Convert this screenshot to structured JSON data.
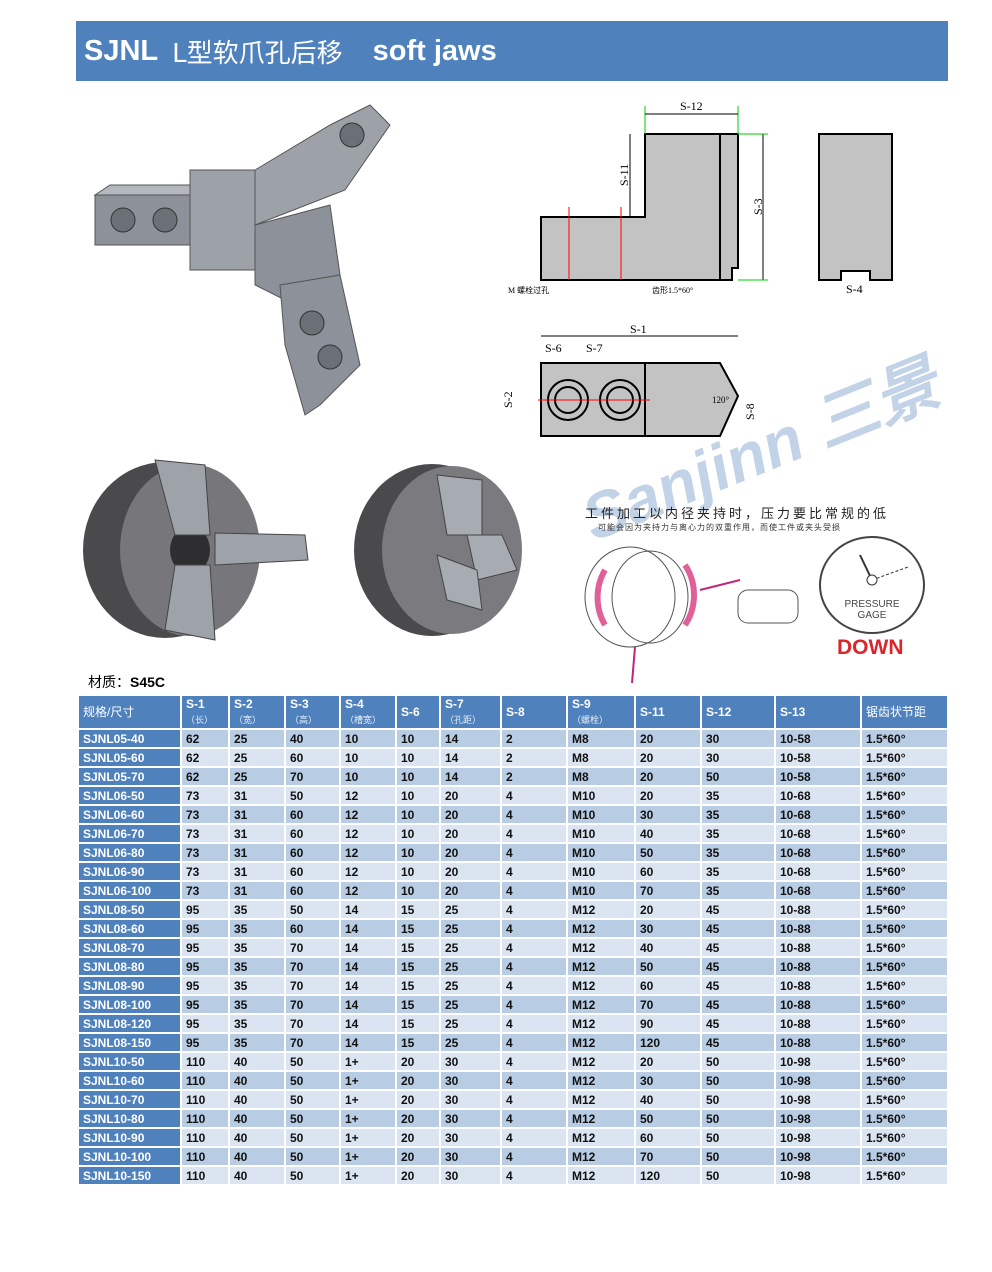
{
  "banner": {
    "code": "SJNL",
    "cn_title": "L型软爪孔后移",
    "en_title": "soft jaws"
  },
  "drawing": {
    "labels": {
      "s12": "S-12",
      "s11": "S-11",
      "s3": "S-3",
      "s4": "S-4",
      "s1": "S-1",
      "s6": "S-6",
      "s7": "S-7",
      "s2": "S-2",
      "s8": "S-8",
      "angle": "120°",
      "bolt_hole": "M 螺栓过孔",
      "tooth": "齿形1.5*60°"
    }
  },
  "notice": {
    "line1": "工件加工以内径夹持时，压力要比常规的低",
    "line2": "可能会因为夹持力与离心力的双重作用，而使工件或夹头受损",
    "gauge_label1": "PRESSURE",
    "gauge_label2": "GAGE",
    "down": "DOWN",
    "watermark": "Sanjinn 三景"
  },
  "material": {
    "label": "材质：",
    "value": "S45C"
  },
  "table": {
    "headers": [
      {
        "main": "规格/尺寸",
        "sub": ""
      },
      {
        "main": "S-1",
        "sub": "（长）"
      },
      {
        "main": "S-2",
        "sub": "（宽）"
      },
      {
        "main": "S-3",
        "sub": "（高）"
      },
      {
        "main": "S-4",
        "sub": "（槽宽）"
      },
      {
        "main": "S-6",
        "sub": ""
      },
      {
        "main": "S-7",
        "sub": "（孔距）"
      },
      {
        "main": "S-8",
        "sub": ""
      },
      {
        "main": "S-9",
        "sub": "（螺栓）"
      },
      {
        "main": "S-11",
        "sub": ""
      },
      {
        "main": "S-12",
        "sub": ""
      },
      {
        "main": "S-13",
        "sub": ""
      },
      {
        "main": "锯齿状节距",
        "sub": ""
      }
    ],
    "rows": [
      [
        "SJNL05-40",
        "62",
        "25",
        "40",
        "10",
        "10",
        "14",
        "2",
        "M8",
        "20",
        "30",
        "10-58",
        "1.5*60°"
      ],
      [
        "SJNL05-60",
        "62",
        "25",
        "60",
        "10",
        "10",
        "14",
        "2",
        "M8",
        "20",
        "30",
        "10-58",
        "1.5*60°"
      ],
      [
        "SJNL05-70",
        "62",
        "25",
        "70",
        "10",
        "10",
        "14",
        "2",
        "M8",
        "20",
        "50",
        "10-58",
        "1.5*60°"
      ],
      [
        "SJNL06-50",
        "73",
        "31",
        "50",
        "12",
        "10",
        "20",
        "4",
        "M10",
        "20",
        "35",
        "10-68",
        "1.5*60°"
      ],
      [
        "SJNL06-60",
        "73",
        "31",
        "60",
        "12",
        "10",
        "20",
        "4",
        "M10",
        "30",
        "35",
        "10-68",
        "1.5*60°"
      ],
      [
        "SJNL06-70",
        "73",
        "31",
        "60",
        "12",
        "10",
        "20",
        "4",
        "M10",
        "40",
        "35",
        "10-68",
        "1.5*60°"
      ],
      [
        "SJNL06-80",
        "73",
        "31",
        "60",
        "12",
        "10",
        "20",
        "4",
        "M10",
        "50",
        "35",
        "10-68",
        "1.5*60°"
      ],
      [
        "SJNL06-90",
        "73",
        "31",
        "60",
        "12",
        "10",
        "20",
        "4",
        "M10",
        "60",
        "35",
        "10-68",
        "1.5*60°"
      ],
      [
        "SJNL06-100",
        "73",
        "31",
        "60",
        "12",
        "10",
        "20",
        "4",
        "M10",
        "70",
        "35",
        "10-68",
        "1.5*60°"
      ],
      [
        "SJNL08-50",
        "95",
        "35",
        "50",
        "14",
        "15",
        "25",
        "4",
        "M12",
        "20",
        "45",
        "10-88",
        "1.5*60°"
      ],
      [
        "SJNL08-60",
        "95",
        "35",
        "60",
        "14",
        "15",
        "25",
        "4",
        "M12",
        "30",
        "45",
        "10-88",
        "1.5*60°"
      ],
      [
        "SJNL08-70",
        "95",
        "35",
        "70",
        "14",
        "15",
        "25",
        "4",
        "M12",
        "40",
        "45",
        "10-88",
        "1.5*60°"
      ],
      [
        "SJNL08-80",
        "95",
        "35",
        "70",
        "14",
        "15",
        "25",
        "4",
        "M12",
        "50",
        "45",
        "10-88",
        "1.5*60°"
      ],
      [
        "SJNL08-90",
        "95",
        "35",
        "70",
        "14",
        "15",
        "25",
        "4",
        "M12",
        "60",
        "45",
        "10-88",
        "1.5*60°"
      ],
      [
        "SJNL08-100",
        "95",
        "35",
        "70",
        "14",
        "15",
        "25",
        "4",
        "M12",
        "70",
        "45",
        "10-88",
        "1.5*60°"
      ],
      [
        "SJNL08-120",
        "95",
        "35",
        "70",
        "14",
        "15",
        "25",
        "4",
        "M12",
        "90",
        "45",
        "10-88",
        "1.5*60°"
      ],
      [
        "SJNL08-150",
        "95",
        "35",
        "70",
        "14",
        "15",
        "25",
        "4",
        "M12",
        "120",
        "45",
        "10-88",
        "1.5*60°"
      ],
      [
        "SJNL10-50",
        "110",
        "40",
        "50",
        "1+",
        "20",
        "30",
        "4",
        "M12",
        "20",
        "50",
        "10-98",
        "1.5*60°"
      ],
      [
        "SJNL10-60",
        "110",
        "40",
        "50",
        "1+",
        "20",
        "30",
        "4",
        "M12",
        "30",
        "50",
        "10-98",
        "1.5*60°"
      ],
      [
        "SJNL10-70",
        "110",
        "40",
        "50",
        "1+",
        "20",
        "30",
        "4",
        "M12",
        "40",
        "50",
        "10-98",
        "1.5*60°"
      ],
      [
        "SJNL10-80",
        "110",
        "40",
        "50",
        "1+",
        "20",
        "30",
        "4",
        "M12",
        "50",
        "50",
        "10-98",
        "1.5*60°"
      ],
      [
        "SJNL10-90",
        "110",
        "40",
        "50",
        "1+",
        "20",
        "30",
        "4",
        "M12",
        "60",
        "50",
        "10-98",
        "1.5*60°"
      ],
      [
        "SJNL10-100",
        "110",
        "40",
        "50",
        "1+",
        "20",
        "30",
        "4",
        "M12",
        "70",
        "50",
        "10-98",
        "1.5*60°"
      ],
      [
        "SJNL10-150",
        "110",
        "40",
        "50",
        "1+",
        "20",
        "30",
        "4",
        "M12",
        "120",
        "50",
        "10-98",
        "1.5*60°"
      ]
    ]
  }
}
